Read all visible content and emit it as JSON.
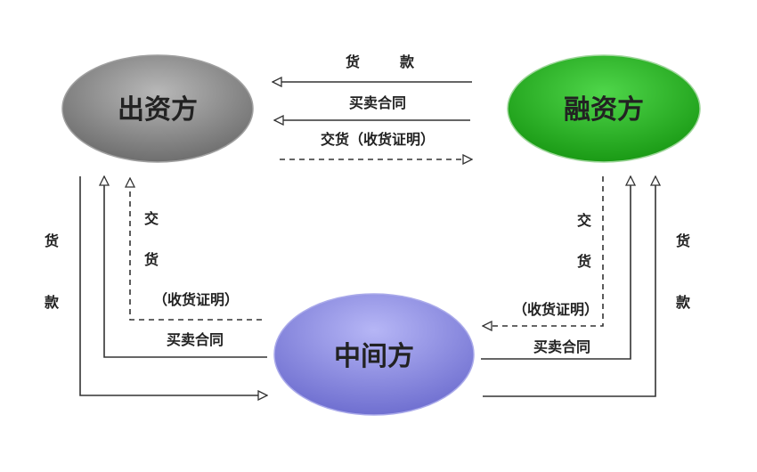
{
  "nodes": {
    "investor": "出资方",
    "financier": "融资方",
    "intermediary": "中间方"
  },
  "labels": {
    "top_payment_1": "货",
    "top_payment_2": "款",
    "top_contract": "买卖合同",
    "top_delivery": "交货（收货证明）",
    "left_payment_1": "货",
    "left_payment_2": "款",
    "left_delivery_1": "交",
    "left_delivery_2": "货",
    "left_delivery_3": "（收货证明）",
    "left_contract": "买卖合同",
    "right_delivery_1": "交",
    "right_delivery_2": "货",
    "right_delivery_3": "（收货证明）",
    "right_contract": "买卖合同",
    "right_payment_1": "货",
    "right_payment_2": "款"
  },
  "colors": {
    "investor": "#8e8e8e",
    "financier": "#2fb52a",
    "intermediary": "#8e8ee6",
    "line": "#333333"
  }
}
